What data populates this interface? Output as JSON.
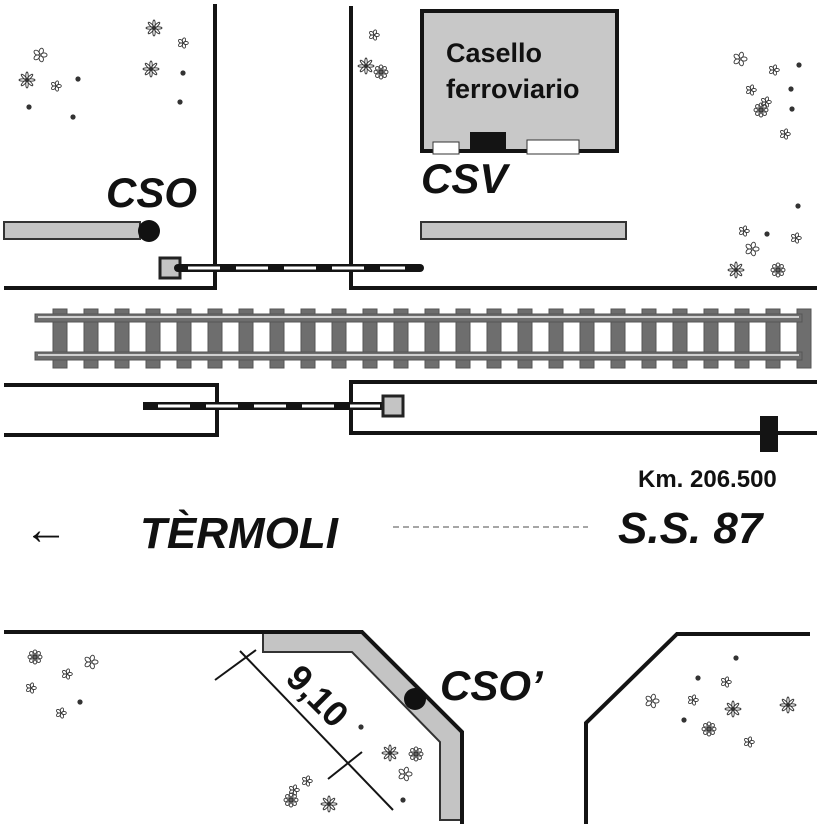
{
  "diagram": {
    "title": "Passaggio a livello - Km. 206.500 S.S. 87",
    "building": {
      "label_line1": "Casello",
      "label_line2": "ferroviario",
      "fill": "#c8c8c8"
    },
    "markers": {
      "cso": "CSO",
      "csv": "CSV",
      "cso_prime": "CSO’"
    },
    "road": {
      "km_label": "Km. 206.500",
      "route_label": "S.S. 87",
      "direction_label": "TÈRMOLI",
      "direction_arrow": "←"
    },
    "dimension": {
      "value": "9,10"
    },
    "colors": {
      "line": "#141414",
      "curb": "#c4c4c4",
      "track": "#6e6e6e",
      "rail_highlight": "#f0f0f0"
    }
  }
}
